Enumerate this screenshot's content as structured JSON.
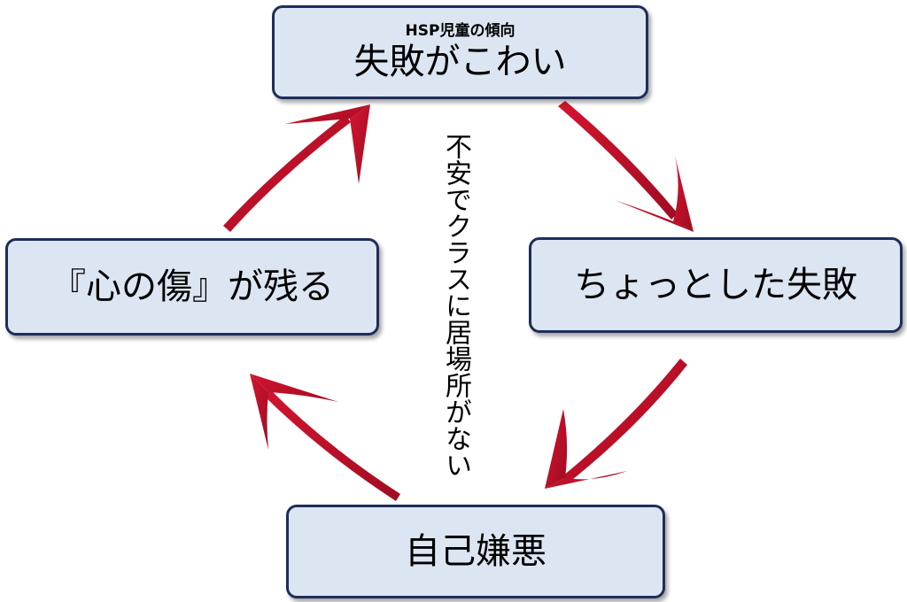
{
  "diagram": {
    "title": "HSP児童の傾向",
    "nodes": {
      "top": "失敗がこわい",
      "right": "ちょっとした失敗",
      "bottom": "自己嫌悪",
      "left": "『心の傷』が残る"
    },
    "center_label": "不安でクラスに居場所がない"
  },
  "colors": {
    "node_fill": "#dce6f2",
    "node_border": "#1f2d5a",
    "arrow": "#c8102e"
  }
}
